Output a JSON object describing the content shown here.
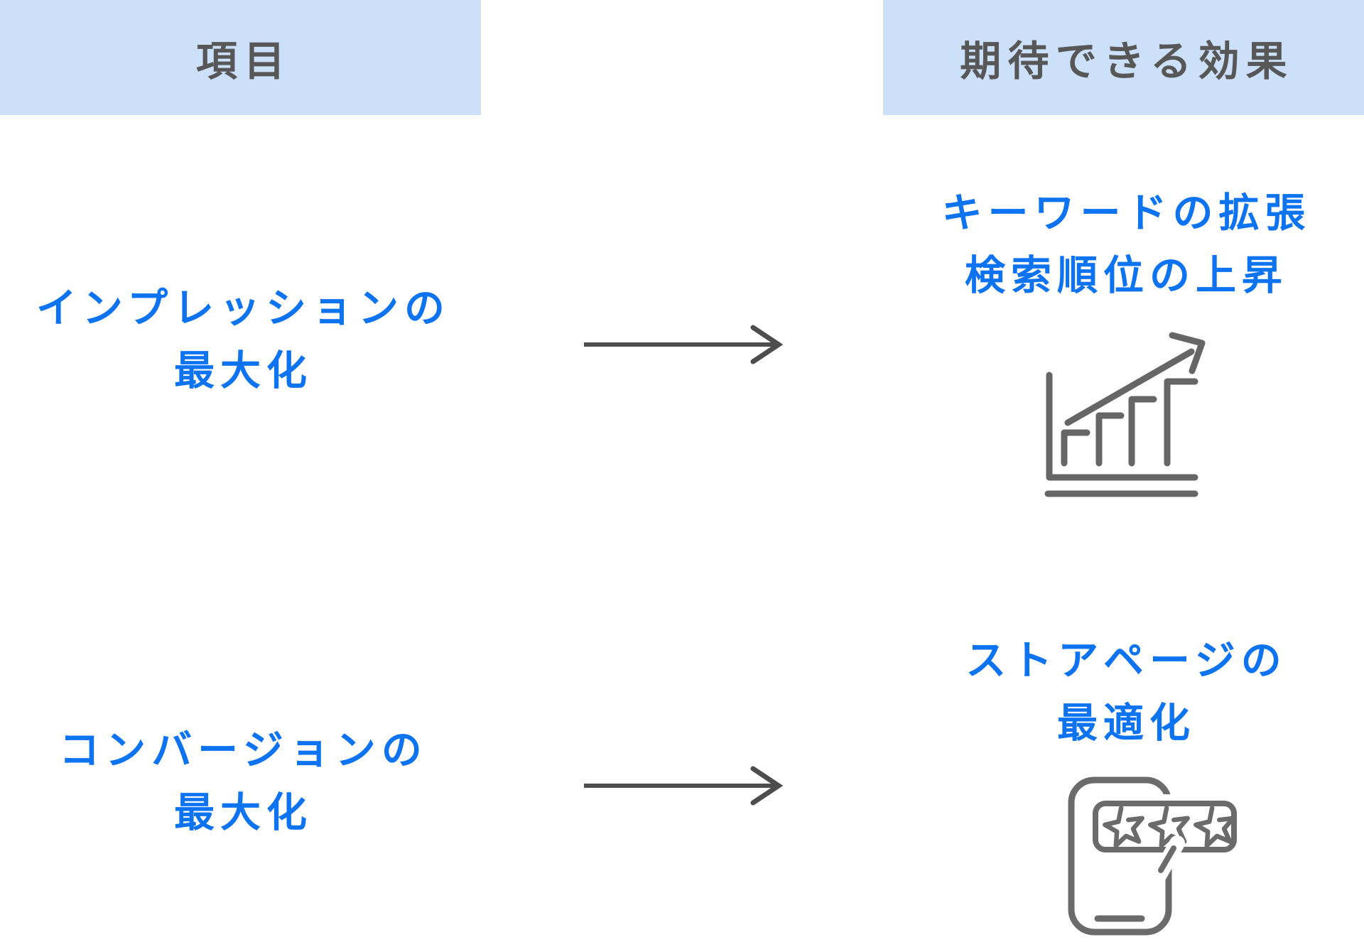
{
  "colors": {
    "header_bg": "#cce0fa",
    "header_text": "#575757",
    "accent_blue": "#0e73f0",
    "icon_gray": "#666666",
    "arrow_gray": "#4d4d4d"
  },
  "header": {
    "item_label": "項目",
    "effect_label": "期待できる効果"
  },
  "rows": [
    {
      "item_line1": "インプレッションの",
      "item_line2": "最大化",
      "effect_line1": "キーワードの拡張",
      "effect_line2": "検索順位の上昇",
      "icon": "growth-chart-icon"
    },
    {
      "item_line1": "コンバージョンの",
      "item_line2": "最大化",
      "effect_line1": "ストアページの",
      "effect_line2": "最適化",
      "icon": "phone-review-icon"
    }
  ]
}
